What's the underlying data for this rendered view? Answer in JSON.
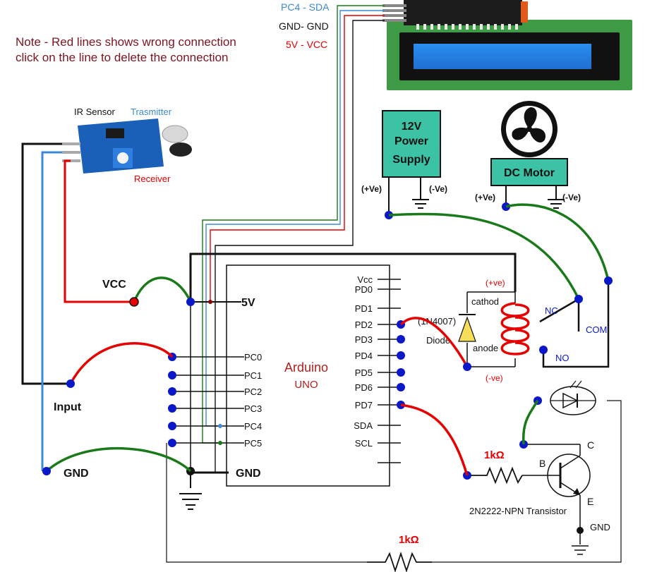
{
  "note": {
    "line1": "Note - Red lines shows wrong connection",
    "line2": "click on the line to delete the connection",
    "color": "#7a1420"
  },
  "lcd": {
    "pc4_sda": "PC4 - SDA",
    "gnd_gnd": "GND- GND",
    "v5_vcc": "5V - VCC"
  },
  "ir_sensor": {
    "title": "IR Sensor",
    "transmitter": "Trasmitter",
    "receiver": "Receiver"
  },
  "power_supply": {
    "line1": "12V",
    "line2": "Power",
    "line3": "Supply",
    "pos": "(+Ve)",
    "neg": "(-Ve)"
  },
  "motor": {
    "label": "DC Motor",
    "pos": "(+Ve)",
    "neg": "(-Ve)"
  },
  "arduino": {
    "name": "Arduino",
    "model": "UNO",
    "left_pins": [
      "PC0",
      "PC1",
      "PC2",
      "PC3",
      "PC4",
      "PC5"
    ],
    "right_pins": [
      "Vcc",
      "PD0",
      "PD1",
      "PD2",
      "PD3",
      "PD4",
      "PD5",
      "PD6",
      "PD7",
      "SDA",
      "SCL"
    ],
    "v5": "5V",
    "gnd": "GND"
  },
  "labels": {
    "vcc": "VCC",
    "input": "Input",
    "gnd": "GND"
  },
  "relay": {
    "pos": "(+ve)",
    "neg": "(-ve)",
    "cathode": "cathod",
    "anode": "anode",
    "diode_part": "(1N4007)",
    "diode": "Diode",
    "nc": "NC",
    "no": "NO",
    "com": "COM"
  },
  "transistor": {
    "resistor": "1kΩ",
    "c": "C",
    "b": "B",
    "e": "E",
    "name": "2N2222-NPN Transistor",
    "gnd": "GND"
  },
  "bottom_resistor": "1kΩ",
  "colors": {
    "wrong_wire": "#e60000",
    "good_wire": "#1a7a1a",
    "pin_dot": "#0a18c8",
    "component_fill": "#3cc3a6",
    "sda_blue": "#3c8ad6",
    "arduino_red": "#b02020"
  }
}
